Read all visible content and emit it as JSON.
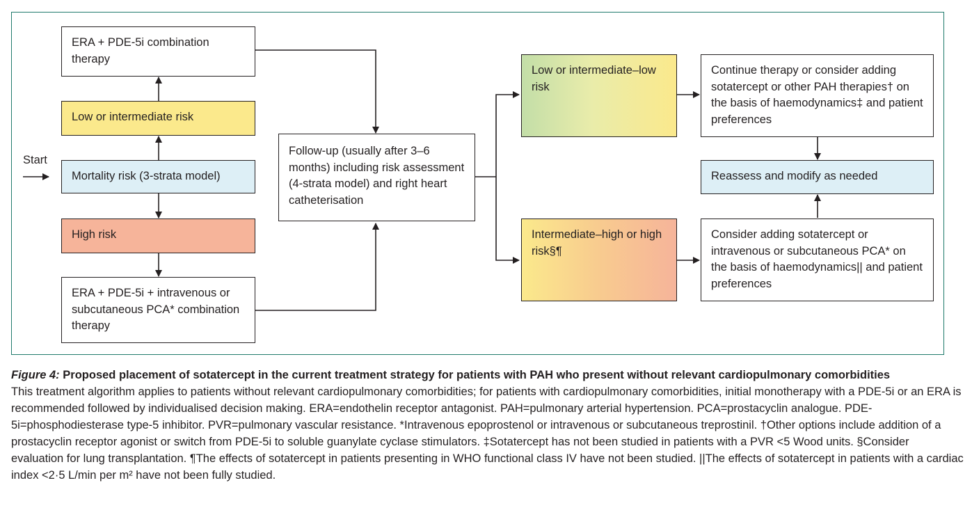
{
  "diagram": {
    "start_label": "Start",
    "boxes": {
      "era_pde": "ERA + PDE-5i combination therapy",
      "low_int_risk": "Low or intermediate risk",
      "mortality_risk": "Mortality risk (3-strata model)",
      "high_risk": "High risk",
      "era_pde_pca": "ERA + PDE-5i + intravenous or subcutaneous PCA* combination therapy",
      "follow_up": "Follow-up (usually after 3–6 months) including risk assessment (4-strata model) and right heart catheterisation",
      "low_int_low_risk": "Low or intermediate–low risk",
      "int_high_risk": "Intermediate–high or high risk§¶",
      "continue_therapy": "Continue therapy or consider adding sotatercept or other PAH therapies† on the basis of  haemodynamics‡ and patient preferences",
      "reassess": "Reassess and modify as needed",
      "consider_sotatercept": "Consider adding sotatercept or intravenous or subcutaneous PCA* on the basis of haemodynamics|| and patient preferences"
    },
    "colors": {
      "frame_border": "#1f7a6c",
      "yellow": "#fbe98c",
      "light_blue": "#ddeff6",
      "salmon": "#f6b49a",
      "green": "#c3dea8"
    }
  },
  "caption": {
    "label": "Figure 4:",
    "title": "Proposed placement of sotatercept in the current treatment strategy for patients with PAH who present without relevant cardiopulmonary comorbidities",
    "body": "This treatment algorithm applies to patients without relevant cardiopulmonary comorbidities; for patients with cardiopulmonary comorbidities, initial monotherapy with a PDE-5i or an ERA is recommended followed by individualised decision making. ERA=endothelin receptor antagonist. PAH=pulmonary arterial hypertension. PCA=prostacyclin analogue. PDE-5i=phosphodiesterase type-5 inhibitor. PVR=pulmonary vascular resistance. *Intravenous epoprostenol or intravenous or subcutaneous treprostinil. †Other options include addition of a prostacyclin receptor agonist or switch from PDE-5i to soluble guanylate cyclase stimulators. ‡Sotatercept has not been studied in patients with a PVR <5 Wood units. §Consider evaluation for lung transplantation. ¶The effects of sotatercept in patients presenting in WHO functional class IV have not been studied. ||The effects of sotatercept in patients with a cardiac index <2·5 L/min per m² have not been fully studied."
  }
}
